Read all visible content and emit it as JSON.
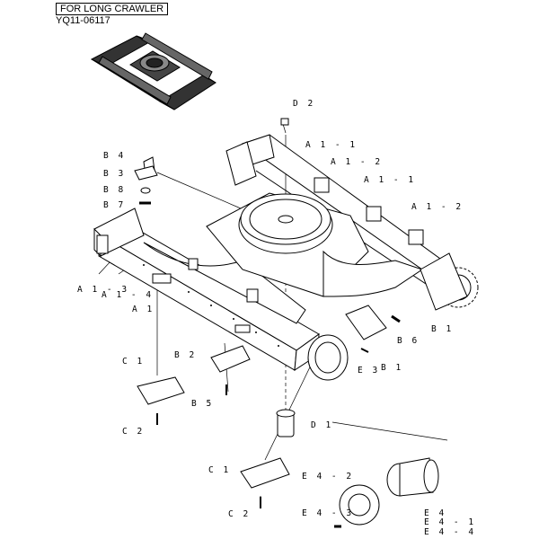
{
  "header": {
    "title": "FOR LONG CRAWLER",
    "code": "YQ11-06117"
  },
  "labels": {
    "D2": "D 2",
    "B4": "B 4",
    "B3": "B 3",
    "B8": "B 8",
    "B7": "B 7",
    "A1_1a": "A 1 - 1",
    "A1_2a": "A 1 - 2",
    "A1_1b": "A 1 - 1",
    "A1_2b": "A 1 - 2",
    "A1_3": "A 1 - 3",
    "A1_4": "A 1 - 4",
    "A1": "A 1",
    "B6": "B 6",
    "B1a": "B 1",
    "B1b": "B 1",
    "E3": "E 3",
    "B2": "B 2",
    "B5": "B 5",
    "C1a": "C 1",
    "C2a": "C 2",
    "D1": "D 1",
    "C1b": "C 1",
    "C2b": "C 2",
    "E4_2": "E 4 - 2",
    "E4_3": "E 4 - 3",
    "E4": "E 4",
    "E4_1": "E 4 - 1",
    "E4_4": "E 4 - 4"
  }
}
